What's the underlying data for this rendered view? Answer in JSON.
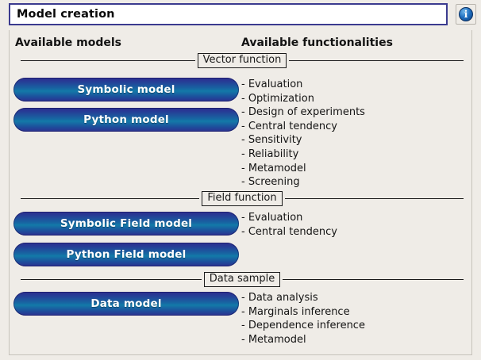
{
  "window": {
    "title_value": "Model creation",
    "info_button_label": "i",
    "info_icon_name": "info-icon"
  },
  "headers": {
    "models": "Available models",
    "functionalities": "Available functionalities"
  },
  "sections": [
    {
      "label": "Vector function",
      "buttons": [
        "Symbolic model",
        "Python model"
      ],
      "functionalities": [
        "- Evaluation",
        "- Optimization",
        "- Design of experiments",
        "- Central tendency",
        "- Sensitivity",
        "- Reliability",
        "- Metamodel",
        "- Screening"
      ]
    },
    {
      "label": "Field function",
      "buttons": [
        "Symbolic Field model",
        "Python Field model"
      ],
      "functionalities": [
        "- Evaluation",
        "- Central tendency"
      ]
    },
    {
      "label": "Data sample",
      "buttons": [
        "Data model"
      ],
      "functionalities": [
        "- Data analysis",
        "- Marginals inference",
        "- Dependence inference",
        "- Metamodel"
      ]
    }
  ],
  "colors": {
    "title_border": "#3b3b8f",
    "panel_background": "#efece7",
    "button_gradient_dark": "#2e2f8e",
    "button_gradient_light": "#137aa8",
    "info_icon_blue": "#1f6fc0"
  }
}
